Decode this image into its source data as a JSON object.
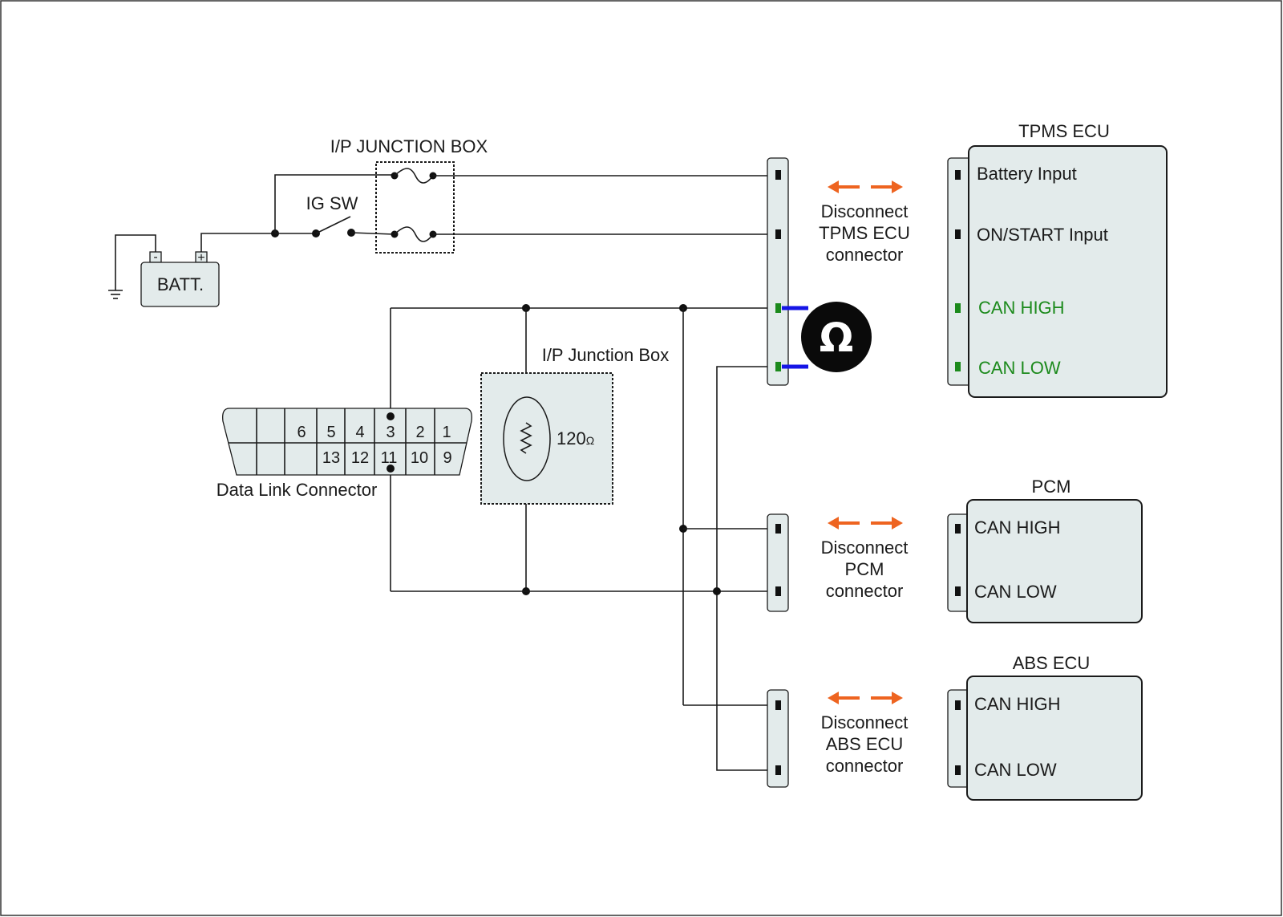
{
  "diagram": {
    "ip_junction_box_top": "I/P JUNCTION BOX",
    "ig_sw": "IG SW",
    "batt": "BATT.",
    "batt_minus": "-",
    "batt_plus": "+",
    "ip_junction_box_mid": "I/P Junction Box",
    "resistor_value": "120",
    "ohm_unit": "Ω",
    "ohm_meter_symbol": "Ω",
    "data_link_connector": {
      "label": "Data Link Connector",
      "top_pins": [
        "6",
        "5",
        "4",
        "3",
        "2",
        "1"
      ],
      "bottom_pins": [
        "13",
        "12",
        "11",
        "10",
        "9"
      ]
    },
    "tpms_ecu": {
      "title": "TPMS ECU",
      "pins": [
        "Battery Input",
        "ON/START Input",
        "CAN HIGH",
        "CAN LOW"
      ],
      "disconnect": [
        "Disconnect",
        "TPMS ECU",
        "connector"
      ]
    },
    "pcm": {
      "title": "PCM",
      "pins": [
        "CAN HIGH",
        "CAN LOW"
      ],
      "disconnect": [
        "Disconnect",
        "PCM",
        "connector"
      ]
    },
    "abs_ecu": {
      "title": "ABS ECU",
      "pins": [
        "CAN HIGH",
        "CAN LOW"
      ],
      "disconnect": [
        "Disconnect",
        "ABS ECU",
        "connector"
      ]
    }
  },
  "colors": {
    "arrow": "#ee6420",
    "can_pin": "#1c8a1c",
    "meter_lead": "#1515e6",
    "box_fill": "#e3ebeb"
  }
}
